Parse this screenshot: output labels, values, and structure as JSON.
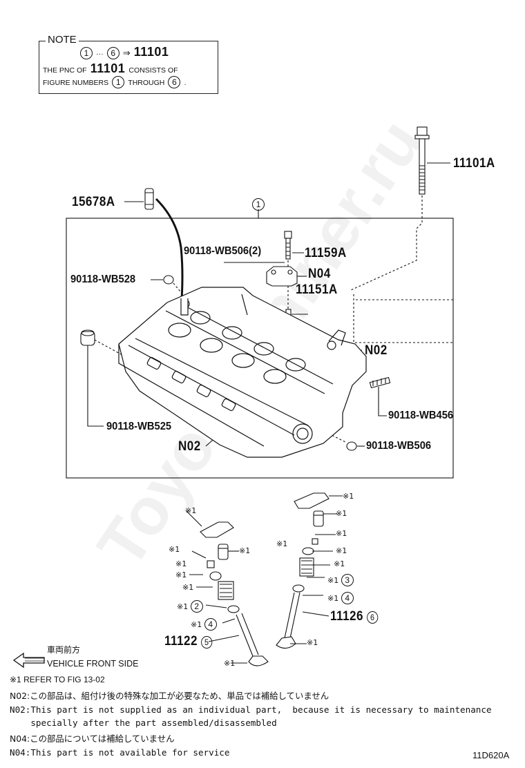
{
  "note": {
    "title": "NOTE",
    "line1_start": "1",
    "line1_dots": "···",
    "line1_end": "6",
    "line1_arrow": "⇒",
    "line1_pnc": "11101",
    "line2_a": "THE PNC OF",
    "line2_pnc": "11101",
    "line2_b": "CONSISTS OF",
    "line3_a": "FIGURE NUMBERS",
    "line3_c1": "1",
    "line3_b": "THROUGH",
    "line3_c2": "6",
    "line3_end": "."
  },
  "labels": {
    "bolt_top": "11101A",
    "pin": "15678A",
    "group_num": "1",
    "plug_2": "90118-WB506(2)",
    "stud_11159": "11159A",
    "n04": "N04",
    "cap_11151": "11151A",
    "plug_528": "90118-WB528",
    "n02_right": "N02",
    "plug_525": "90118-WB525",
    "stud_456": "90118-WB456",
    "n02_bottom": "N02",
    "plug_506": "90118-WB506",
    "valve_exh": "11126",
    "valve_exh_fig": "6",
    "valve_int": "11122",
    "valve_int_fig": "5",
    "fig2": "2",
    "fig3": "3",
    "fig4a": "4",
    "fig4b": "4",
    "ref_mark": "※1"
  },
  "footer": {
    "dir_jp": "車両前方",
    "dir_en": "VEHICLE FRONT SIDE",
    "ref_note": "※1  REFER TO FIG 13-02",
    "n02_jp": "N02:この部品は、組付け後の特殊な加工が必要なため、単品では補給していません",
    "n02_en1": "N02:This part is not supplied as an individual part,  because it is necessary to maintenance",
    "n02_en2": "    specially after the part assembled/disassembled",
    "n04_jp": "N04:この部品については補給していません",
    "n04_en": "N04:This part is not available for service",
    "fig_code": "11D620A"
  },
  "watermark": "Toyota-Shiner.ru"
}
